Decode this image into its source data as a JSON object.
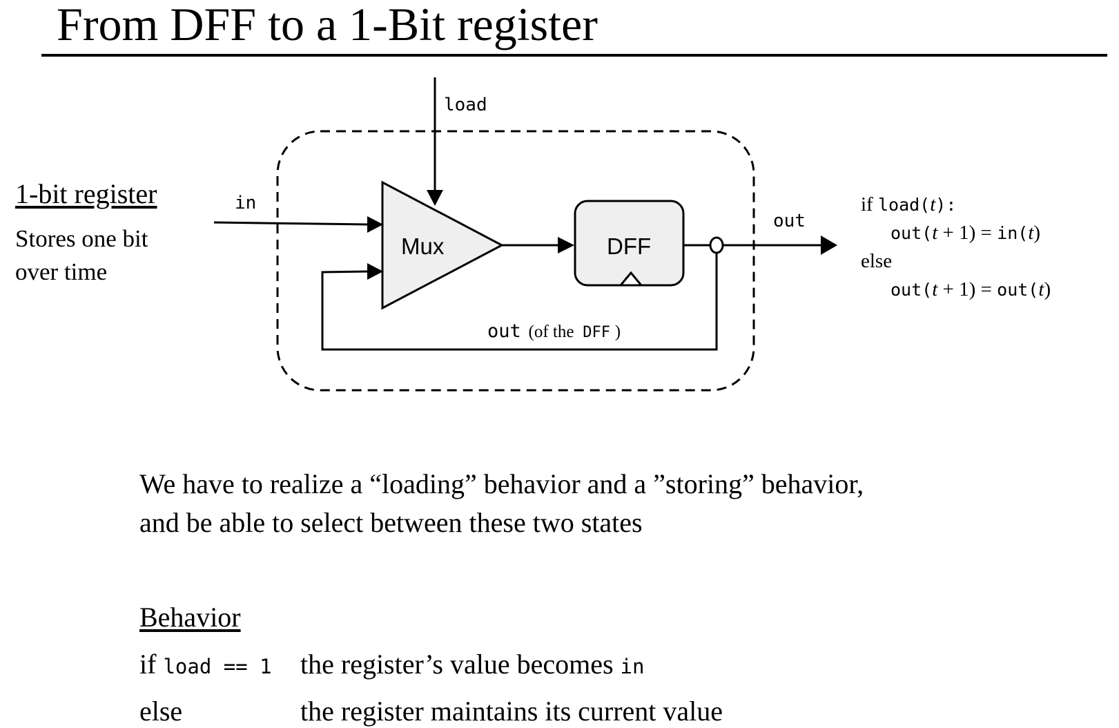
{
  "title": "From DFF to a 1-Bit register",
  "side": {
    "label": "1-bit register",
    "description": "Stores one bit over time"
  },
  "diagram": {
    "load_label": "load",
    "in_label": "in",
    "out_label": "out",
    "mux_label": "Mux",
    "dff_label": "DFF",
    "feedback": {
      "out": "out",
      "of_the": "(of the",
      "dff": "DFF",
      "close": ")"
    }
  },
  "equations": {
    "if_word": "if",
    "load_call": "load(",
    "t": "t",
    "load_close": "):",
    "line2_out": "out(",
    "line2_mid": "+ 1) = ",
    "line2_in": "in(",
    "close": ")",
    "else_word": "else",
    "line4_out": "out(",
    "line4_mid": "+ 1) = ",
    "line4_out2": "out("
  },
  "paragraph": {
    "line1": "We have to realize a “loading” behavior and a ”storing” behavior,",
    "line2": "and be able to select between these two states"
  },
  "behavior": {
    "heading": "Behavior",
    "rows": [
      {
        "cond_word": "if",
        "cond_code": "load == 1",
        "desc": "the register’s value becomes",
        "desc_code": "in"
      },
      {
        "cond_word": "else",
        "cond_code": "",
        "desc": "the register maintains its current value",
        "desc_code": ""
      }
    ]
  }
}
